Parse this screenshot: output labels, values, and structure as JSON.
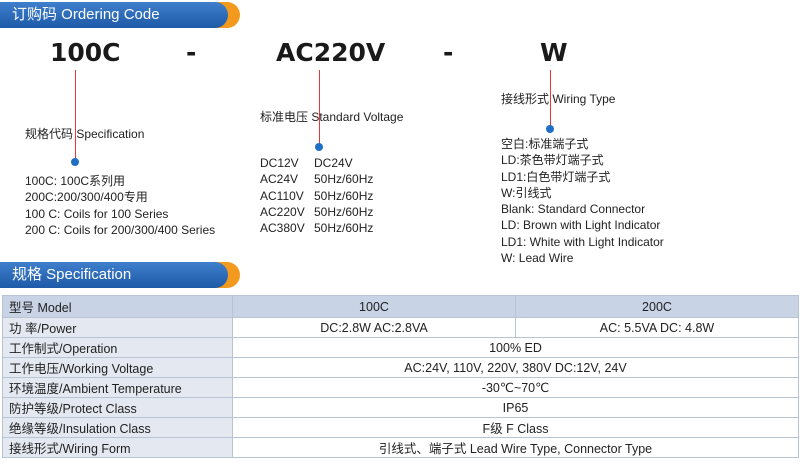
{
  "ordering": {
    "title": "订购码 Ordering Code",
    "code1": "100C",
    "dash1": "-",
    "code2": "AC220V",
    "dash2": "-",
    "code3": "W",
    "spec_label": "规格代码 Specification",
    "spec_items": [
      "100C: 100C系列用",
      "200C:200/300/400专用",
      "100 C:  Coils for 100 Series",
      "200 C:  Coils for 200/300/400 Series"
    ],
    "voltage_label": "标准电压 Standard Voltage",
    "voltage_rows": [
      [
        "DC12V",
        "DC24V"
      ],
      [
        "AC24V",
        "50Hz/60Hz"
      ],
      [
        "AC110V",
        "50Hz/60Hz"
      ],
      [
        "AC220V",
        "50Hz/60Hz"
      ],
      [
        "AC380V",
        "50Hz/60Hz"
      ]
    ],
    "wiring_label": "接线形式 Wiring Type",
    "wiring_items": [
      "空白:标准端子式",
      "LD:茶色带灯端子式",
      "LD1:白色带灯端子式",
      "W:引线式",
      "Blank:  Standard Connector",
      "LD:  Brown with Light Indicator",
      "LD1:  White with Light Indicator",
      "W:  Lead Wire"
    ]
  },
  "specification": {
    "title": "规格 Specification",
    "header": {
      "label": "型号  Model",
      "col1": "100C",
      "col2": "200C"
    },
    "power": {
      "label": "功 率/Power",
      "col1": "DC:2.8W   AC:2.8VA",
      "col2": "AC: 5.5VA   DC: 4.8W"
    },
    "rows": [
      {
        "label": "工作制式/Operation",
        "value": "100% ED"
      },
      {
        "label": "工作电压/Working Voltage",
        "value": "AC:24V, 110V, 220V, 380V   DC:12V, 24V"
      },
      {
        "label": "环境温度/Ambient Temperature",
        "value": "-30℃~70℃"
      },
      {
        "label": "防护等级/Protect Class",
        "value": "IP65"
      },
      {
        "label": "绝缘等级/Insulation Class",
        "value": "F级  F Class"
      },
      {
        "label": "接线形式/Wiring Form",
        "value": "引线式、端子式 Lead Wire Type, Connector Type"
      }
    ]
  },
  "colors": {
    "banner_blue": "#1d5aa8",
    "banner_orange": "#f39a1e",
    "dot_blue": "#1f6fc5",
    "leader_red": "#e53935"
  }
}
